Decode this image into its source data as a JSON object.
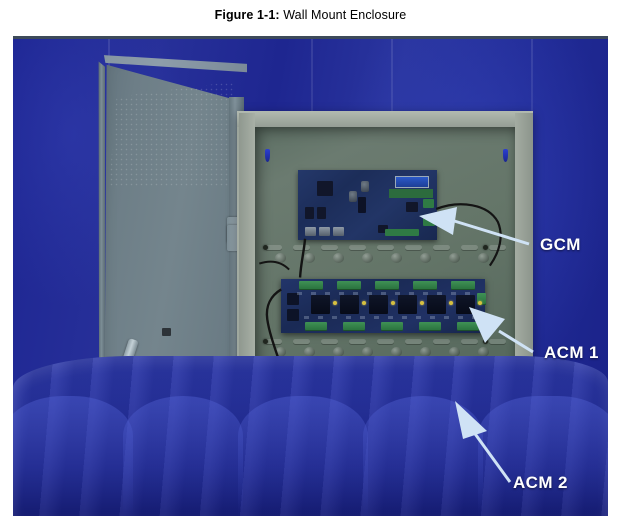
{
  "figure": {
    "label": "Figure 1-1:",
    "title": "Wall Mount Enclosure"
  },
  "photo": {
    "alt_description": "Open beige wall mount enclosure on blue fabric backdrop containing one GCM controller board and two ACM boards",
    "backdrop_color": "#212b9c",
    "enclosure_color": "#9ba49b",
    "interior_color": "#5f7066",
    "board_color": "#1e3060",
    "terminal_color": "#2f7a44"
  },
  "callouts": [
    {
      "id": "gcm",
      "label": "GCM",
      "color": "#ffffff",
      "points_to": "controller-board"
    },
    {
      "id": "acm1",
      "label": "ACM 1",
      "color": "#ffffff",
      "points_to": "upper-acm-board"
    },
    {
      "id": "acm2",
      "label": "ACM 2",
      "color": "#ffffff",
      "points_to": "lower-acm-board"
    }
  ],
  "icons": {
    "arrow": "callout-arrow-icon",
    "lock": "door-lock-icon"
  }
}
